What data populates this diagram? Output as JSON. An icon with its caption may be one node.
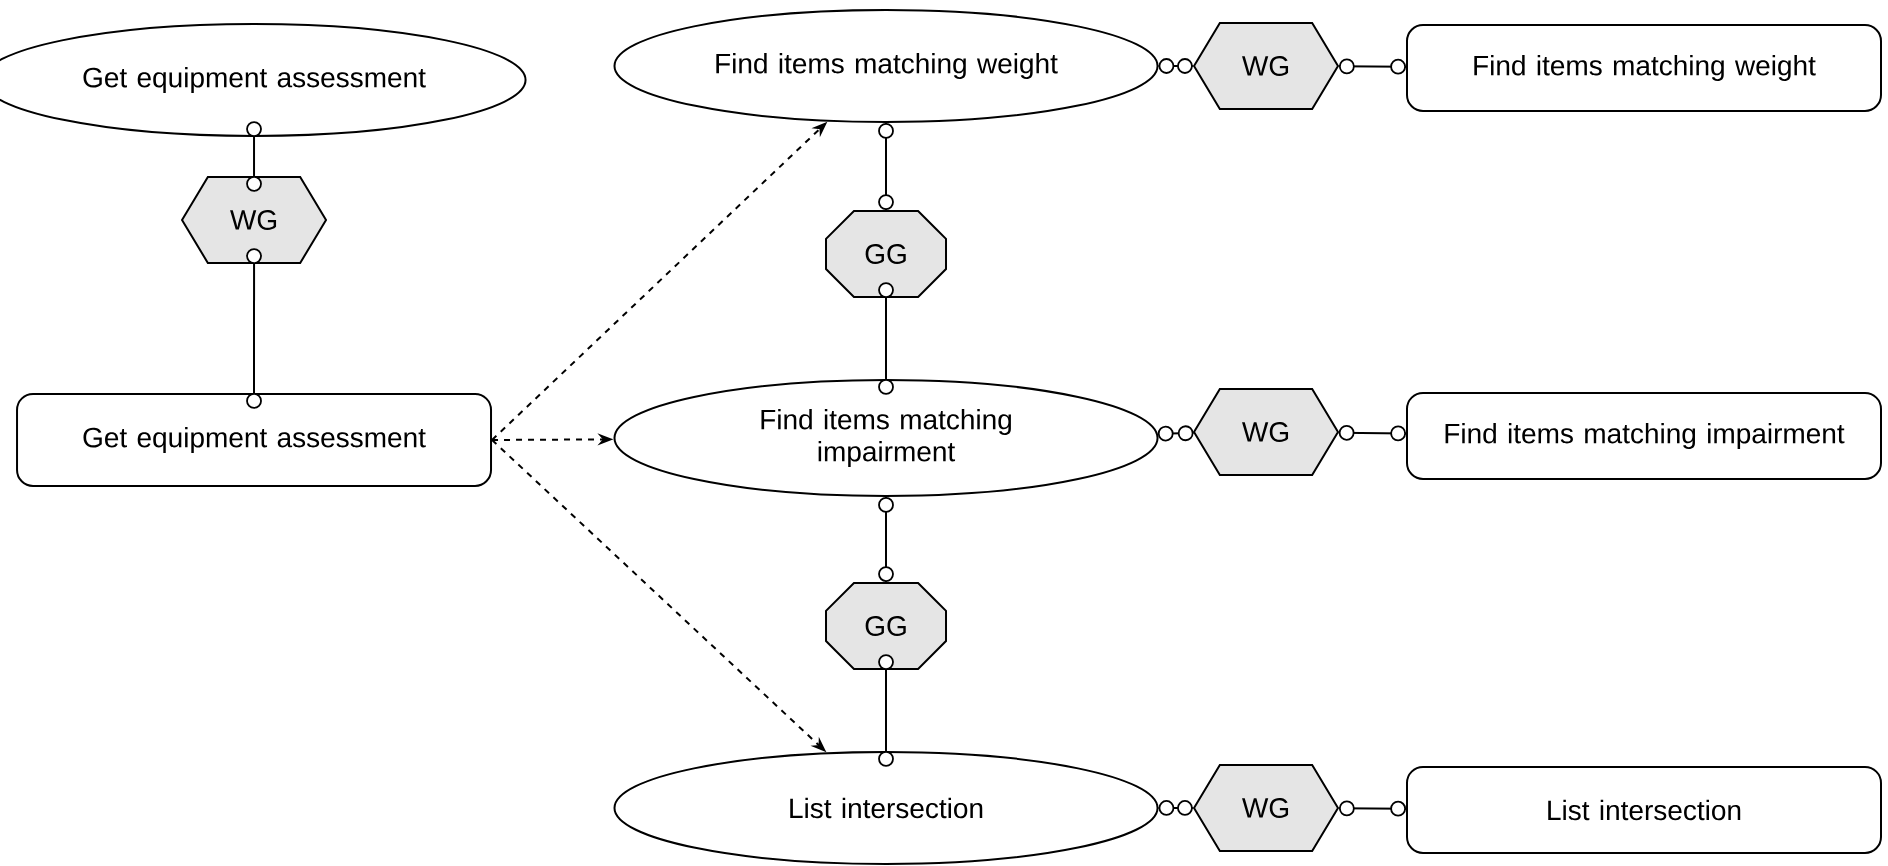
{
  "diagram": {
    "nodes": [
      {
        "text": [
          "Get equipment assessment"
        ]
      },
      {
        "text": [
          "WG"
        ]
      },
      {
        "text": [
          "Get equipment assessment"
        ]
      },
      {
        "text": [
          "Find items matching weight"
        ]
      },
      {
        "text": [
          "WG"
        ]
      },
      {
        "text": [
          "Find items matching weight"
        ]
      },
      {
        "text": [
          "GG"
        ]
      },
      {
        "text": [
          "Find items matching impairment"
        ]
      },
      {
        "text": [
          "WG"
        ]
      },
      {
        "text": [
          "Find items matching impairment"
        ]
      },
      {
        "text": [
          "GG"
        ]
      },
      {
        "text": [
          "List intersection"
        ]
      },
      {
        "text": [
          "WG"
        ]
      },
      {
        "text": [
          "List intersection"
        ]
      }
    ],
    "edges": [
      {
        "from": 0,
        "to": 1,
        "arrow": "other"
      },
      {
        "from": 1,
        "to": 2,
        "arrow": "other"
      },
      {
        "from": 2,
        "to": 3,
        "arrow": "to",
        "style": "dashed"
      },
      {
        "from": 2,
        "to": 7,
        "arrow": "to",
        "style": "dashed"
      },
      {
        "from": 2,
        "to": 11,
        "arrow": "to",
        "style": "dashed"
      },
      {
        "from": 3,
        "to": 4,
        "arrow": "other"
      },
      {
        "from": 4,
        "to": 5,
        "arrow": "other"
      },
      {
        "from": 3,
        "to": 6,
        "arrow": "other"
      },
      {
        "from": 6,
        "to": 7,
        "arrow": "other"
      },
      {
        "from": 7,
        "to": 8,
        "arrow": "other"
      },
      {
        "from": 8,
        "to": 9,
        "arrow": "other"
      },
      {
        "from": 7,
        "to": 10,
        "arrow": "other"
      },
      {
        "from": 10,
        "to": 11,
        "arrow": "other"
      },
      {
        "from": 11,
        "to": 12,
        "arrow": "other"
      },
      {
        "from": 12,
        "to": 13,
        "arrow": "other"
      }
    ]
  }
}
